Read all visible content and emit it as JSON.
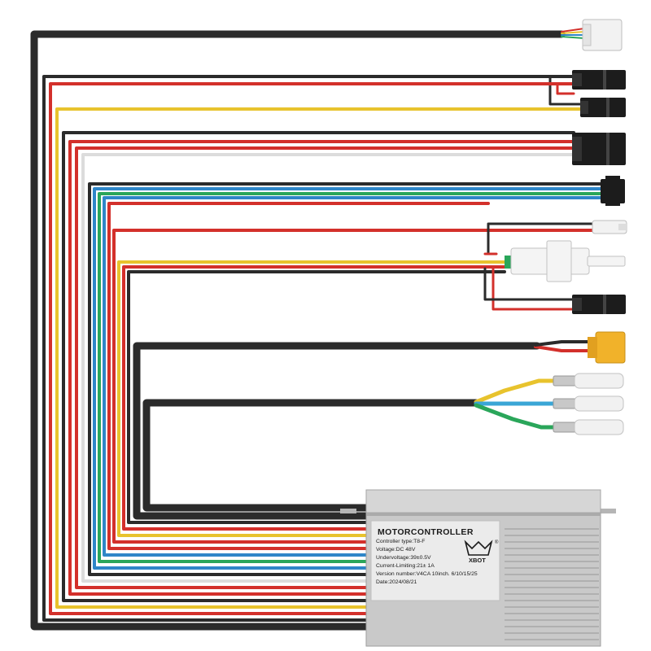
{
  "controller": {
    "title": "MOTORCONTROLLER",
    "brand": "XBOT",
    "registered_mark": "®",
    "specs": [
      "Controller type:T8-F",
      "Voltage:DC 48V",
      "Undervoltage:39±0.5V",
      "Current-Limiting:21± 1A",
      "Version number:V4CA 10inch. 6/10/15/25",
      "Date:2024/08/21"
    ]
  },
  "colors": {
    "black": "#2b2b2b",
    "red": "#d3302b",
    "yellow": "#e8c32d",
    "white": "#e2e2e2",
    "blue": "#2f86c8",
    "green": "#2aa65a",
    "housing": "#c9c9c9",
    "connector_black": "#1c1c1c",
    "connector_white": "#f2f2f2",
    "xt60_yellow": "#f1b22a"
  },
  "connectors": [
    {
      "name": "white-4pin-connector",
      "icon": "white-multipin-plug-icon"
    },
    {
      "name": "black-2pin-connector-a",
      "icon": "black-plug-icon"
    },
    {
      "name": "black-2pin-connector-b",
      "icon": "black-plug-icon"
    },
    {
      "name": "black-3pin-connector",
      "icon": "black-plug-icon"
    },
    {
      "name": "black-4pin-connector",
      "icon": "black-multipin-plug-icon"
    },
    {
      "name": "small-white-connector",
      "icon": "white-plug-icon"
    },
    {
      "name": "white-large-connector",
      "icon": "white-plug-icon"
    },
    {
      "name": "black-2pin-connector-c",
      "icon": "black-plug-icon"
    },
    {
      "name": "xt60-power-connector",
      "icon": "yellow-power-plug-icon"
    },
    {
      "name": "bullet-connector-yellow",
      "icon": "bullet-terminal-icon"
    },
    {
      "name": "bullet-connector-blue",
      "icon": "bullet-terminal-icon"
    },
    {
      "name": "bullet-connector-green",
      "icon": "bullet-terminal-icon"
    }
  ]
}
